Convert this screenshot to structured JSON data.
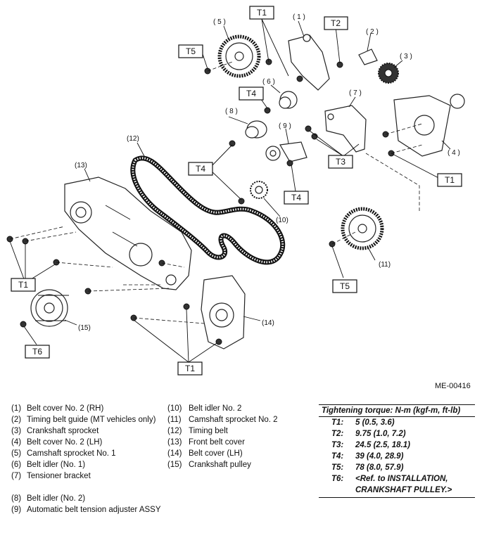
{
  "figure_code": "ME-00416",
  "callouts": {
    "p1": "( 1 )",
    "p2": "( 2 )",
    "p3": "( 3 )",
    "p4": "( 4 )",
    "p5": "( 5 )",
    "p6": "( 6 )",
    "p7": "( 7 )",
    "p8": "( 8 )",
    "p9": "( 9 )",
    "p10": "(10)",
    "p11": "(11)",
    "p12": "(12)",
    "p13": "(13)",
    "p14": "(14)",
    "p15": "(15)"
  },
  "torque_tags": {
    "t1": "T1",
    "t2": "T2",
    "t3": "T3",
    "t4": "T4",
    "t5": "T5",
    "t6": "T6"
  },
  "legend": [
    {
      "num": "(1)",
      "text": "Belt cover No. 2 (RH)"
    },
    {
      "num": "(2)",
      "text": "Timing belt guide (MT vehicles only)"
    },
    {
      "num": "(3)",
      "text": "Crankshaft sprocket"
    },
    {
      "num": "(4)",
      "text": "Belt cover No. 2 (LH)"
    },
    {
      "num": "(5)",
      "text": "Camshaft sprocket No. 1"
    },
    {
      "num": "(6)",
      "text": "Belt idler (No. 1)"
    },
    {
      "num": "(7)",
      "text": "Tensioner bracket"
    },
    {
      "num": "(8)",
      "text": "Belt idler (No. 2)"
    },
    {
      "num": "(9)",
      "text": "Automatic belt tension adjuster ASSY"
    },
    {
      "num": "(10)",
      "text": "Belt idler No. 2"
    },
    {
      "num": "(11)",
      "text": "Camshaft sprocket No. 2"
    },
    {
      "num": "(12)",
      "text": "Timing belt"
    },
    {
      "num": "(13)",
      "text": "Front belt cover"
    },
    {
      "num": "(14)",
      "text": "Belt cover (LH)"
    },
    {
      "num": "(15)",
      "text": "Crankshaft pulley"
    }
  ],
  "torque": {
    "title": "Tightening torque: N-m (kgf-m, ft-lb)",
    "rows": [
      {
        "key": "T1:",
        "value": "5 (0.5, 3.6)"
      },
      {
        "key": "T2:",
        "value": "9.75 (1.0, 7.2)"
      },
      {
        "key": "T3:",
        "value": "24.5 (2.5, 18.1)"
      },
      {
        "key": "T4:",
        "value": "39 (4.0, 28.9)"
      },
      {
        "key": "T5:",
        "value": "78 (8.0, 57.9)"
      },
      {
        "key": "T6:",
        "value": "<Ref. to INSTALLATION, CRANKSHAFT PULLEY.>"
      }
    ]
  }
}
